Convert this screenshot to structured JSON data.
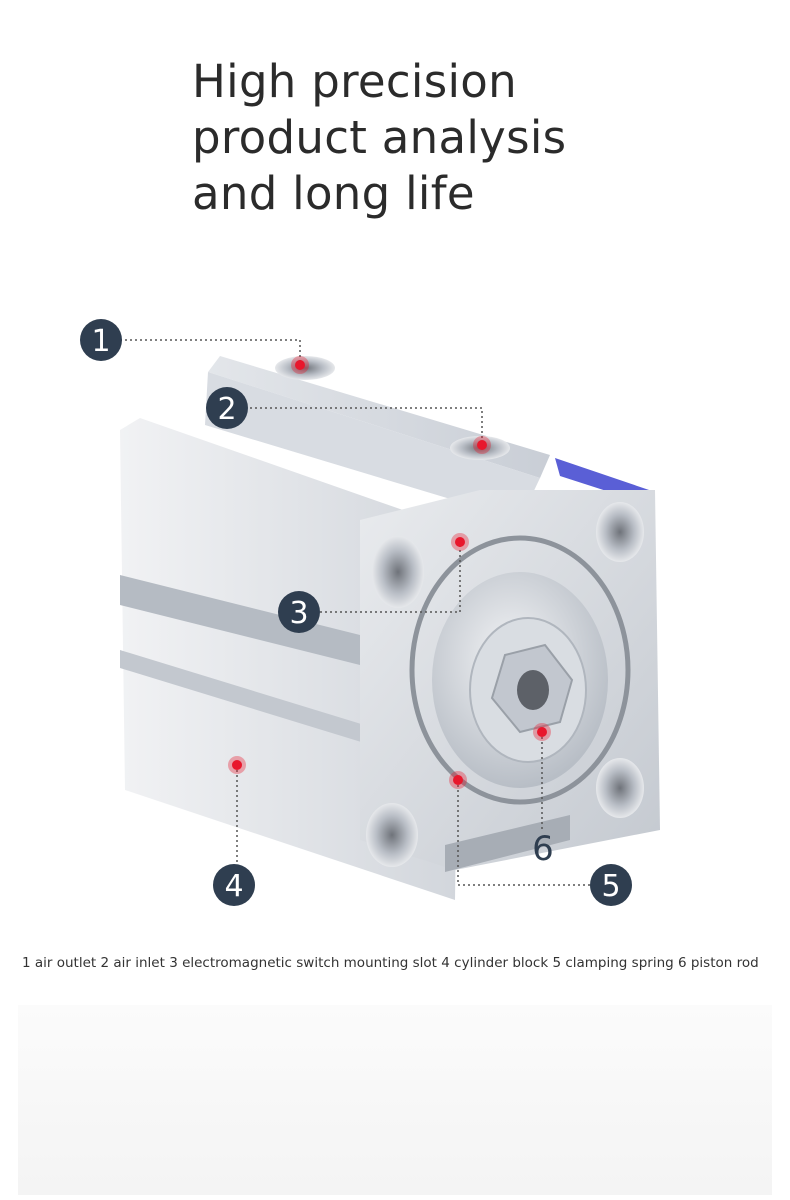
{
  "headline": {
    "line1": "High precision",
    "line2": "product analysis",
    "line3": "and long life"
  },
  "callouts": [
    {
      "number": "1",
      "name": "air outlet"
    },
    {
      "number": "2",
      "name": "air inlet"
    },
    {
      "number": "3",
      "name": "electromagnetic switch mounting slot"
    },
    {
      "number": "4",
      "name": "cylinder block"
    },
    {
      "number": "5",
      "name": "clamping spring"
    },
    {
      "number": "6",
      "name": "piston rod"
    }
  ],
  "caption": "1 air outlet 2 air inlet 3 electromagnetic switch mounting slot 4 cylinder block 5 clamping spring 6 piston rod",
  "colors": {
    "badge": "#2f3e50",
    "marker": "#e8172c",
    "label_tag": "#5a5fd6"
  }
}
